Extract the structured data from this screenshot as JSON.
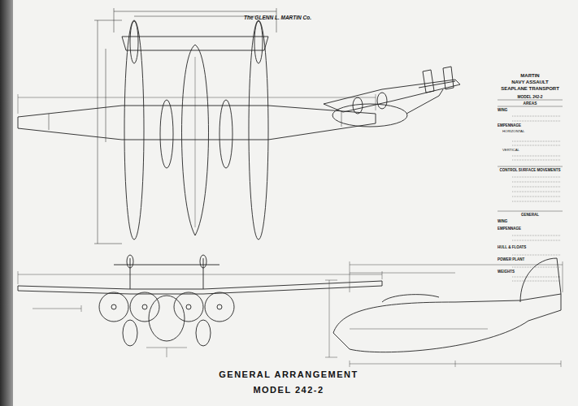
{
  "diagram": {
    "title": "GENERAL ARRANGEMENT",
    "labels": [
      "The GLENN L. MARTIN Co.",
      "MARTIN",
      "NAVY ASSAULT",
      "SEAPLANE TRANSPORT",
      "MODEL 242-2",
      "AREAS",
      "WING",
      "EMPENNAGE",
      "HORIZONTAL",
      "VERTICAL",
      "CONTROL SURFACE MOVEMENTS",
      "GENERAL",
      "WING",
      "EMPENNAGE",
      "HULL & FLOATS",
      "POWER PLANT",
      "WEIGHTS",
      "MODEL 242-2"
    ]
  }
}
